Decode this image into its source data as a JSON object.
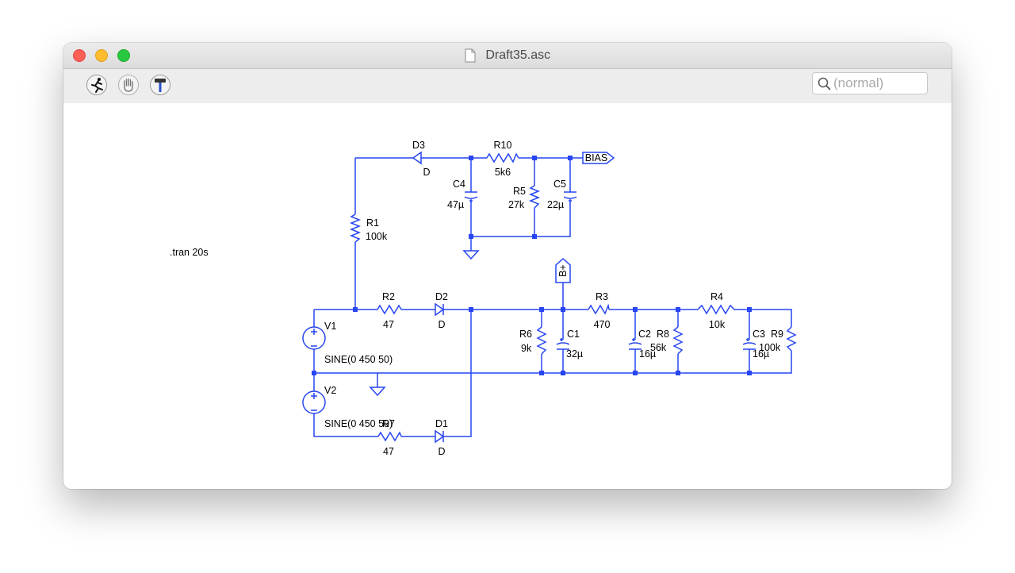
{
  "window": {
    "title": "Draft35.asc"
  },
  "toolbar": {
    "tools": [
      "run-icon",
      "pan-hand-icon",
      "hammer-icon"
    ],
    "search": {
      "placeholder": "(normal)",
      "value": ""
    }
  },
  "schematic": {
    "wire_color": "#2746f2",
    "directive": ".tran 20s",
    "labels": {
      "D3": "D3",
      "D3_val": "D",
      "R10": "R10",
      "R10_val": "5k6",
      "BIAS": "BIAS",
      "C4": "C4",
      "C4_val": "47µ",
      "R5": "R5",
      "R5_val": "27k",
      "C5": "C5",
      "C5_val": "22µ",
      "R1": "R1",
      "R1_val": "100k",
      "Bplus": "B+",
      "R2": "R2",
      "R2_val": "47",
      "D2": "D2",
      "D2_val": "D",
      "R3": "R3",
      "R3_val": "470",
      "R4": "R4",
      "R4_val": "10k",
      "V1": "V1",
      "V1_val": "SINE(0 450 50)",
      "R6": "R6",
      "R6_val": "9k",
      "C1": "C1",
      "C1_val": "32µ",
      "C2": "C2",
      "C2_val": "16µ",
      "R8": "R8",
      "R8_val": "56k",
      "C3": "C3",
      "C3_val": "16µ",
      "R9": "R9",
      "R9_val": "100k",
      "V2": "V2",
      "V2_val": "SINE(0 450 50)",
      "R7": "R7",
      "R7_val": "47",
      "D1": "D1",
      "D1_val": "D"
    }
  }
}
